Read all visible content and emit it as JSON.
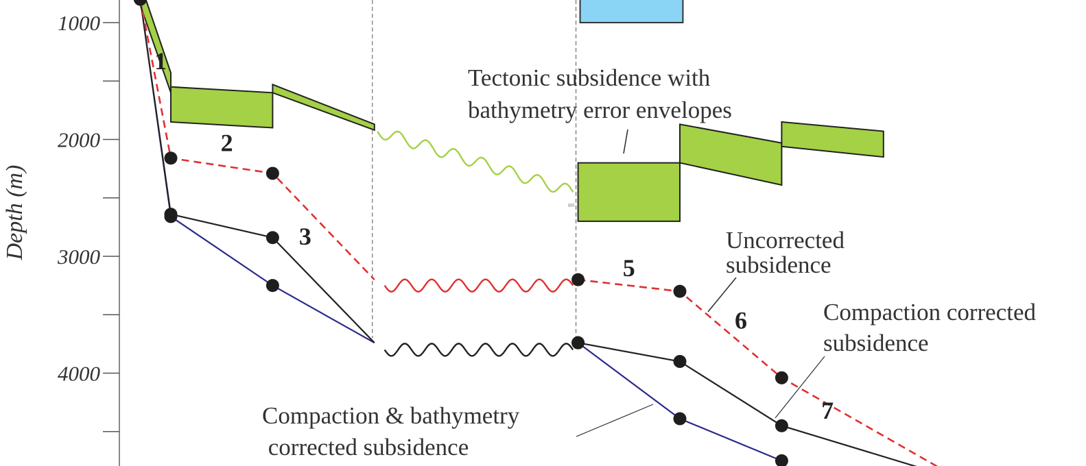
{
  "chart_data": {
    "type": "line",
    "title": "",
    "ylabel": "Depth (m)",
    "xlabel": "",
    "y_direction": "down",
    "ylim": [
      820,
      4840
    ],
    "y_ticks_major": [
      1000,
      2000,
      3000,
      4000
    ],
    "y_ticks_minor": [
      1500,
      2500,
      3500,
      4500
    ],
    "y_tick_labels": [
      "1000",
      "2000",
      "3000",
      "4000"
    ],
    "grid": false,
    "x_step_positions": [
      0,
      1,
      2,
      3,
      4,
      5,
      6,
      7
    ],
    "x_extent": [
      -0.4,
      7.5
    ],
    "unconformities": [
      {
        "after_x": 2,
        "resumes_x": 4
      }
    ],
    "series": [
      {
        "name": "Uncorrected subsidence",
        "style": "dashed",
        "color": "#e03030",
        "x": [
          -0.3,
          0,
          1,
          2,
          4,
          5,
          6,
          7.65
        ],
        "depth": [
          800,
          2160,
          2290,
          3200,
          3200,
          3300,
          4040,
          4860
        ],
        "markers_at": [
          0,
          1,
          2,
          4,
          5,
          6
        ]
      },
      {
        "name": "Compaction corrected subsidence",
        "style": "solid",
        "color": "#222222",
        "x": [
          -0.3,
          0,
          1,
          2,
          4,
          5,
          6,
          7.55
        ],
        "depth": [
          800,
          2640,
          2840,
          3740,
          3740,
          3900,
          4450,
          4860
        ],
        "markers_at": [
          0,
          1,
          2,
          4,
          5,
          6
        ]
      },
      {
        "name": "Compaction & bathymetry corrected subsidence",
        "style": "solid",
        "color": "#2a2a8c",
        "x": [
          -0.3,
          0,
          1,
          2,
          4,
          5,
          6
        ],
        "depth": [
          800,
          2660,
          3250,
          3740,
          3740,
          4390,
          4750
        ],
        "markers_at": [
          1,
          2,
          4,
          5,
          6
        ]
      }
    ],
    "bathymetry_envelopes": {
      "name": "Tectonic subsidence with bathymetry error envelopes",
      "fill": "#a4d145",
      "stroke": "#222222",
      "bands": [
        {
          "x": [
            0,
            1
          ],
          "top": [
            1550,
            1600
          ],
          "bottom": [
            1850,
            1900
          ]
        },
        {
          "x": [
            1,
            2
          ],
          "top": [
            1530,
            1870
          ],
          "bottom": [
            1600,
            1920
          ]
        },
        {
          "x": [
            4,
            5
          ],
          "top": [
            2200,
            2200
          ],
          "bottom": [
            2700,
            2700
          ]
        },
        {
          "x": [
            5,
            6
          ],
          "top": [
            1870,
            2030
          ],
          "bottom": [
            2200,
            2390
          ]
        },
        {
          "x": [
            6,
            7
          ],
          "top": [
            1850,
            1930
          ],
          "bottom": [
            2060,
            2150
          ]
        }
      ],
      "initial_drop": {
        "x": [
          -0.3,
          0
        ],
        "depth": [
          800,
          1430
        ]
      }
    },
    "water_box": {
      "x": [
        4.02,
        5.03
      ],
      "depth": [
        700,
        1000
      ],
      "fill": "#8ad4f5"
    },
    "wavy_unconformities": [
      {
        "color": "#a4d145",
        "x": [
          2.03,
          3.95
        ],
        "depth": [
          1930,
          2450
        ]
      },
      {
        "color": "#e03030",
        "x": [
          2.1,
          3.95
        ],
        "depth": [
          3250,
          3250
        ]
      },
      {
        "color": "#222222",
        "x": [
          2.1,
          3.95
        ],
        "depth": [
          3800,
          3800
        ]
      }
    ],
    "vertical_guides_x": [
      2,
      4
    ],
    "segment_labels": [
      {
        "text": "1",
        "x": -0.1,
        "depth": 1400
      },
      {
        "text": "2",
        "x": 0.55,
        "depth": 2100
      },
      {
        "text": "3",
        "x": 1.32,
        "depth": 2900
      },
      {
        "text": "5",
        "x": 4.5,
        "depth": 3170
      },
      {
        "text": "6",
        "x": 5.6,
        "depth": 3620
      },
      {
        "text": "7",
        "x": 6.45,
        "depth": 4390
      }
    ],
    "annotations": [
      {
        "lines": [
          "Tectonic subsidence with",
          "bathymetry error envelopes"
        ]
      },
      {
        "lines": [
          "Uncorrected",
          "subsidence"
        ]
      },
      {
        "lines": [
          "Compaction corrected",
          "subsidence"
        ]
      },
      {
        "lines": [
          "Compaction & bathymetry",
          " corrected subsidence"
        ]
      }
    ],
    "tiny_mark": "BR"
  }
}
